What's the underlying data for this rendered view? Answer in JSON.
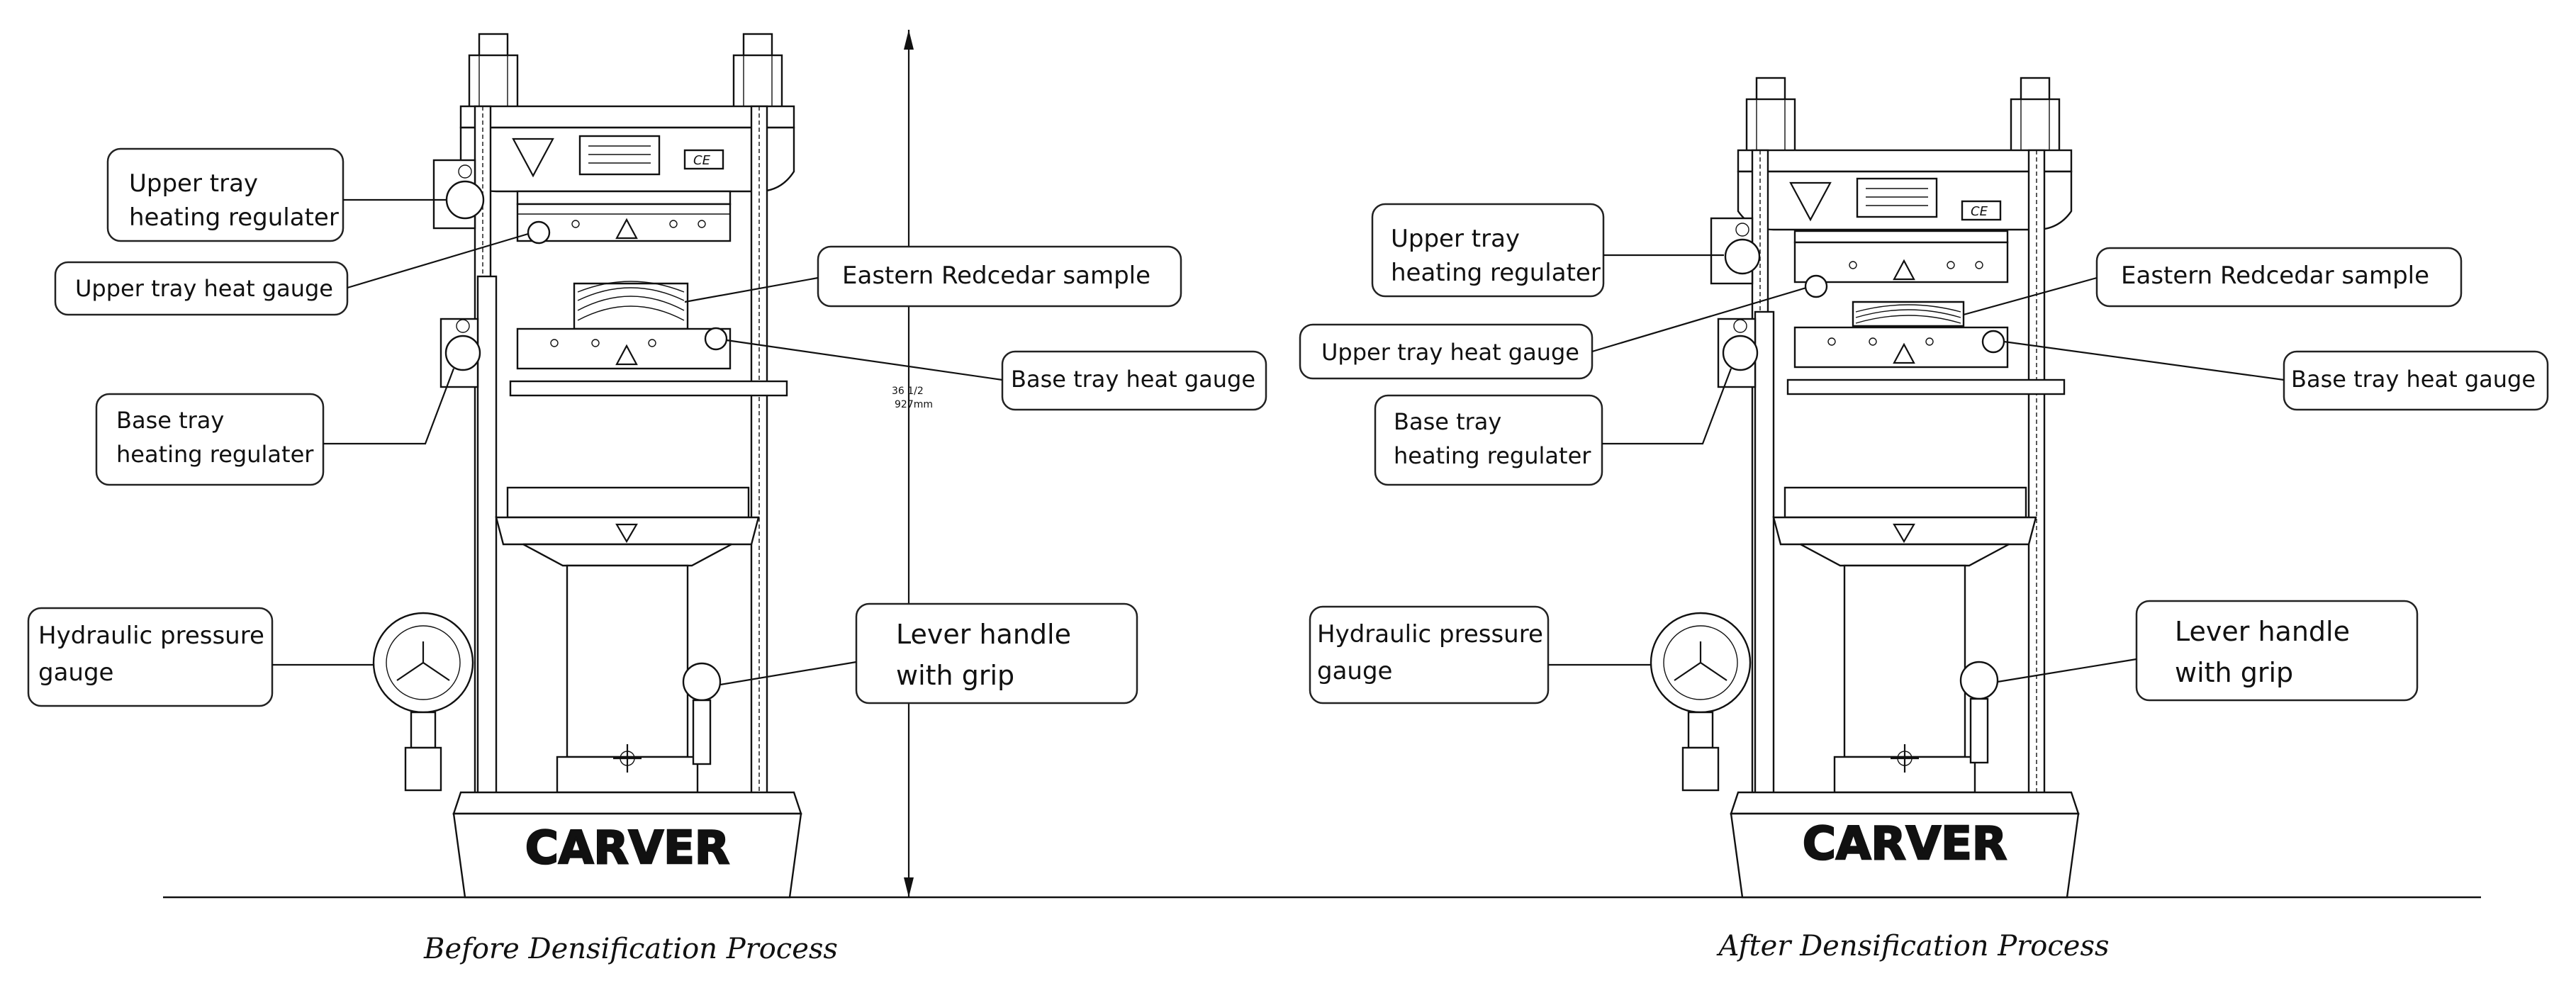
{
  "figure": {
    "left_caption": "Before Densification Process",
    "right_caption": "After Densification Process",
    "brand": "CARVER",
    "ce_mark": "CE",
    "dimension_text_top": "36 1/2",
    "dimension_text_bottom": "927mm"
  },
  "left_labels": {
    "upper_reg_1": "Upper tray",
    "upper_reg_2": "heating regulater",
    "upper_gauge": "Upper tray heat gauge",
    "sample": "Eastern Redcedar sample",
    "base_gauge": "Base tray heat gauge",
    "base_reg_1": "Base tray",
    "base_reg_2": "heating regulater",
    "hyd_1": "Hydraulic pressure",
    "hyd_2": "gauge",
    "lever_1": "Lever handle",
    "lever_2": "with grip"
  },
  "right_labels": {
    "upper_reg_1": "Upper tray",
    "upper_reg_2": "heating regulater",
    "upper_gauge": "Upper tray heat gauge",
    "sample": "Eastern Redcedar sample",
    "base_gauge": "Base tray heat gauge",
    "base_reg_1": "Base tray",
    "base_reg_2": "heating regulater",
    "hyd_1": "Hydraulic pressure",
    "hyd_2": "gauge",
    "lever_1": "Lever handle",
    "lever_2": "with grip"
  }
}
